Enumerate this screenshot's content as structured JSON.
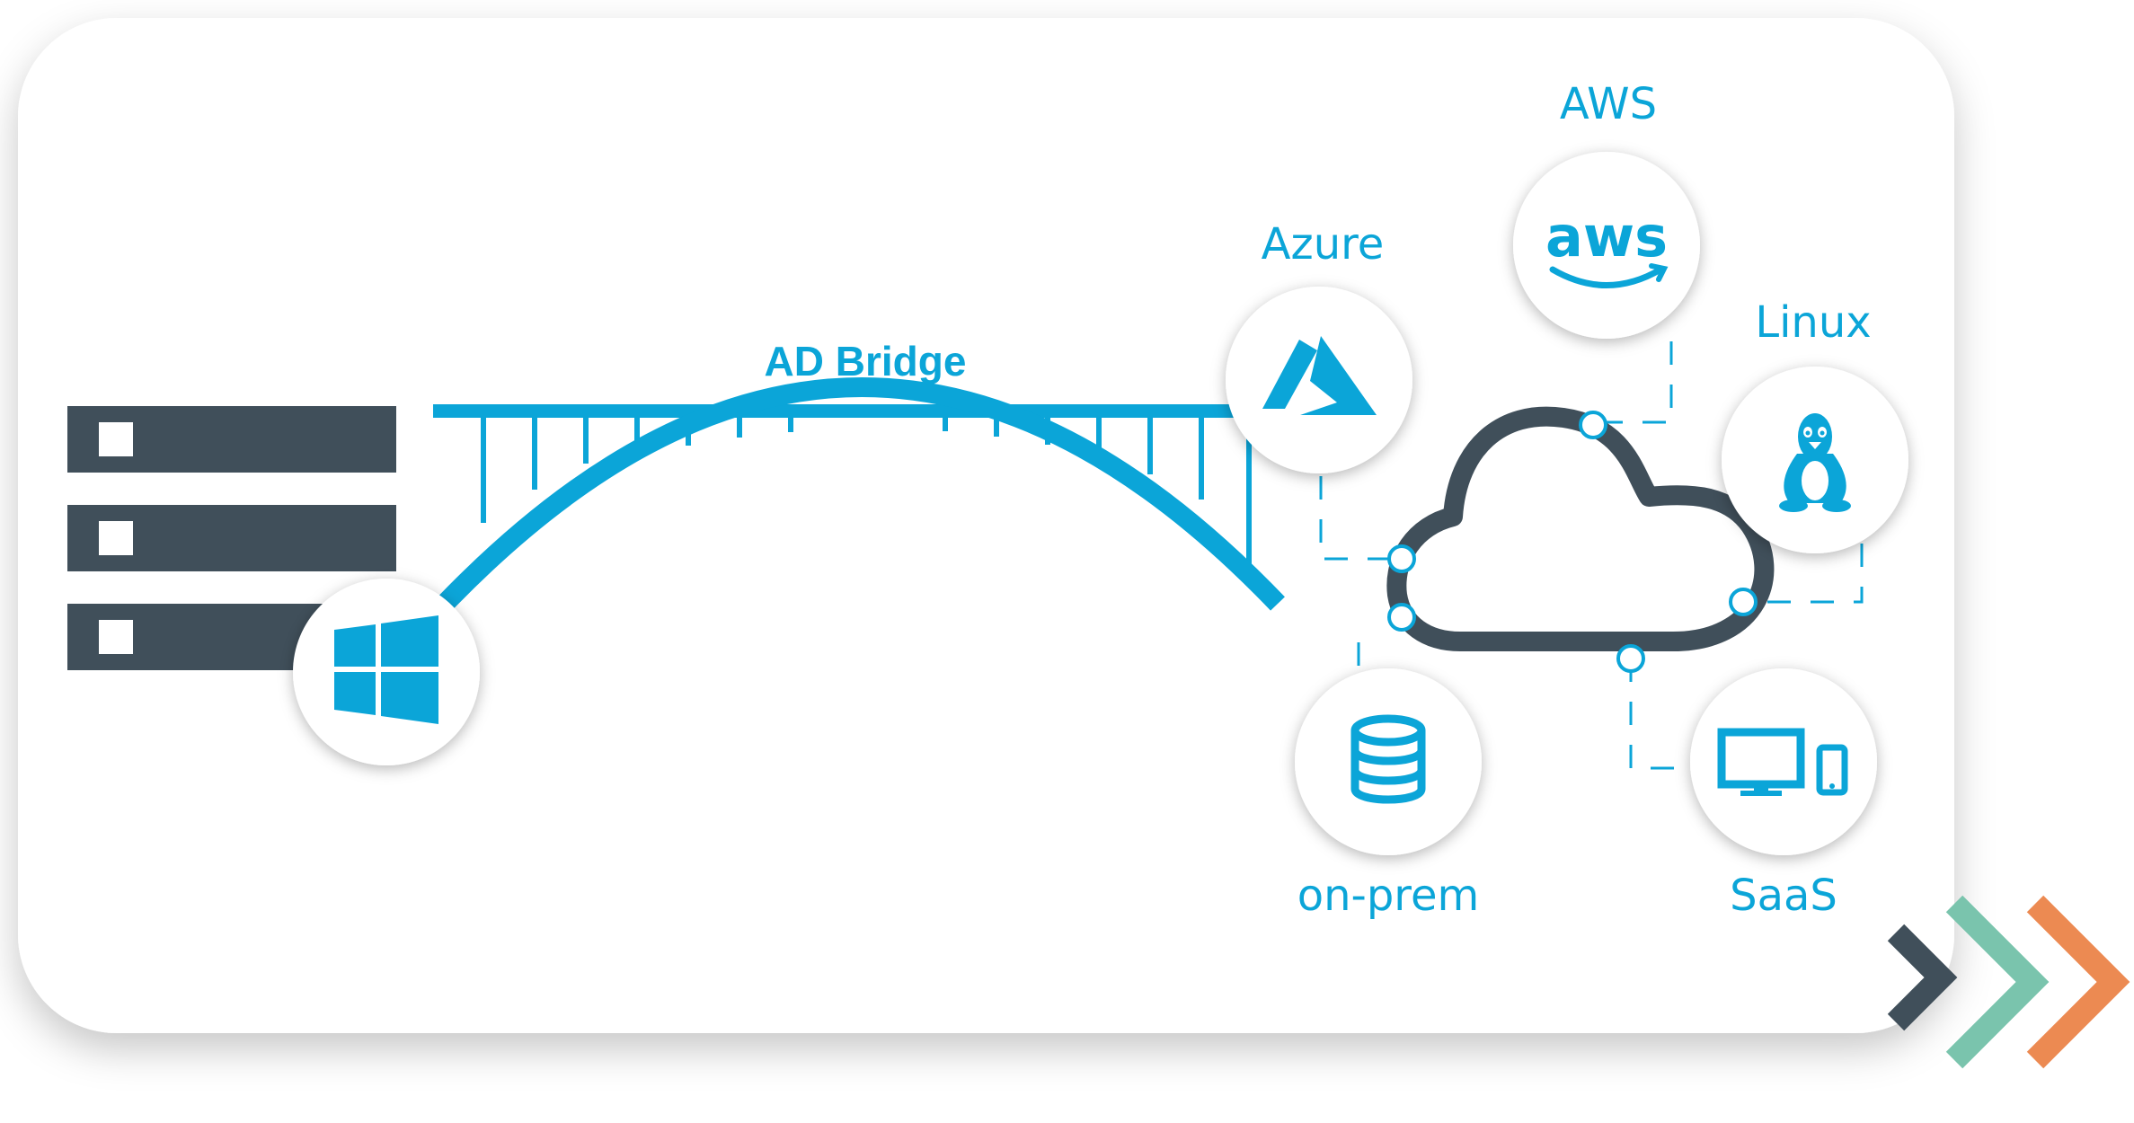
{
  "diagram": {
    "bridge_label": "AD Bridge",
    "nodes": {
      "windows": {
        "icon": "windows-logo-icon"
      },
      "azure": {
        "label": "Azure",
        "icon": "azure-logo-icon"
      },
      "aws": {
        "label": "AWS",
        "icon": "aws-logo-icon",
        "logo_text": "aws"
      },
      "linux": {
        "label": "Linux",
        "icon": "linux-penguin-icon"
      },
      "onprem": {
        "label": "on-prem",
        "icon": "database-icon"
      },
      "saas": {
        "label": "SaaS",
        "icon": "monitor-phone-icon"
      }
    },
    "cloud_icon": "cloud-icon",
    "server_icon": "server-rack-icon",
    "colors": {
      "accent_blue": "#0ba5d8",
      "dark_slate": "#404f5a",
      "teal": "#7ac4ad",
      "orange": "#ec8a52",
      "card_bg": "#ffffff"
    }
  }
}
